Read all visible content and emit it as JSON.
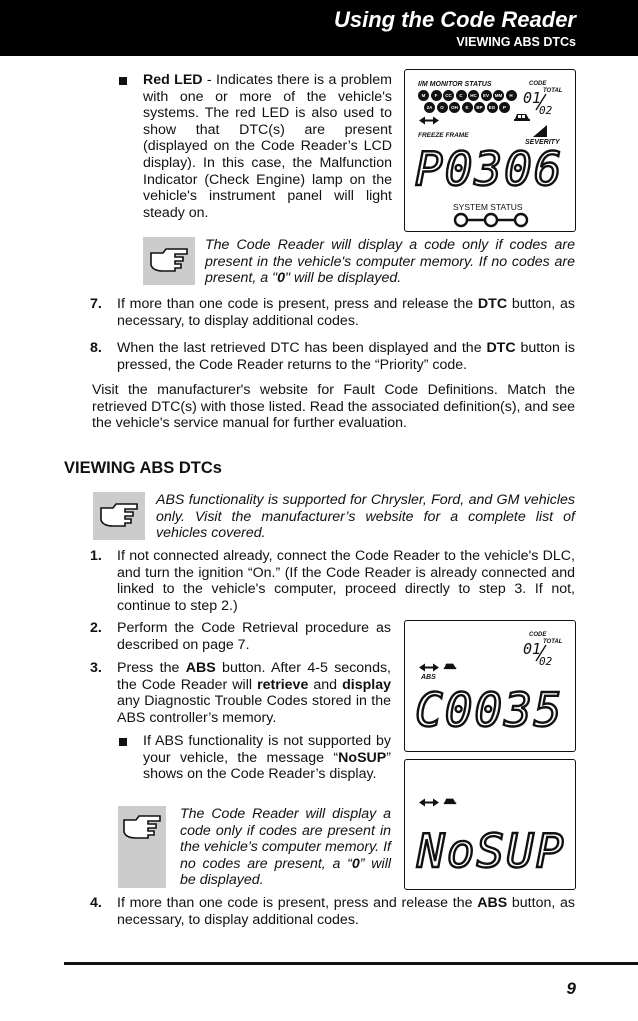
{
  "header": {
    "title": "Using the Code Reader",
    "subtitle": "VIEWING ABS DTCs"
  },
  "red_led": {
    "term": "Red LED",
    "text": " - Indicates there is a problem with one or more of the vehicle's systems. The red LED is also used to show that DTC(s) are present (displayed on the Code Reader’s LCD display). In this case, the Malfunction Indicator (Check Engine) lamp on the vehicle's instrument panel will light steady on."
  },
  "note1": {
    "pre": "The Code Reader will display a code only if codes are present in the vehicle's computer memory. If no codes are present, a \"",
    "zero": "0",
    "post": "\" will be displayed."
  },
  "step7": {
    "num": "7.",
    "pre": "If more than one code is present, press and release the ",
    "key": "DTC",
    "post": " button, as necessary, to display additional codes."
  },
  "step8": {
    "num": "8.",
    "pre": "When the last retrieved DTC has been displayed and the ",
    "key": "DTC",
    "post": " button is pressed, the Code Reader returns to the “Priority” code."
  },
  "visit_paragraph": "Visit the manufacturer's website for Fault Code Definitions. Match the retrieved DTC(s) with those listed. Read the associated definition(s), and see the vehicle's service manual for further evaluation.",
  "section_heading": "VIEWING ABS DTCs",
  "abs_note": "ABS functionality is supported for Chrysler, Ford, and GM vehicles only. Visit the manufacturer’s website for a complete list of vehicles covered.",
  "abs_step1": {
    "num": "1.",
    "text": "If not connected already, connect the Code Reader to the vehicle's DLC, and turn the ignition “On.” (If the Code Reader is already connected and linked to the vehicle's computer, proceed directly to step 3. If not, continue to step 2.)"
  },
  "abs_step2": {
    "num": "2.",
    "text": "Perform the Code Retrieval procedure as described on page 7."
  },
  "abs_step3": {
    "num": "3.",
    "t1": "Press the ",
    "abs": "ABS",
    "t2": " button. After 4-5 seconds, the Code Reader will ",
    "retrieve": "retrieve",
    "t3": " and ",
    "display": "display",
    "t4": " any Diagnostic Trouble Codes stored in the ABS controller’s memory."
  },
  "abs_bullet": {
    "t1": "If ABS functionality is not supported by your vehicle, the message “",
    "nosup": "NoSUP",
    "t2": "” shows on the Code Reader’s display."
  },
  "abs_note2": {
    "pre": "The Code Reader will display a code only if codes are present in the vehicle’s computer memory. If no codes are present, a “",
    "zero": "0",
    "post": "” will be displayed."
  },
  "abs_step4": {
    "num": "4.",
    "pre": "If more than one code is present, press and release the ",
    "key": "ABS",
    "post": " button, as necessary, to display additional codes."
  },
  "lcd1": {
    "im_monitor_status": "I/M MONITOR STATUS",
    "code_label": "CODE",
    "total_label": "TOTAL",
    "code_num": "01",
    "total_num": "02",
    "freeze_frame": "FREEZE FRAME",
    "severity": "SEVERITY",
    "dtc": "P0306",
    "system_status": "SYSTEM STATUS",
    "monitors_row1": [
      "M",
      "F",
      "CC",
      "C",
      "HC",
      "EV",
      "MM",
      "H"
    ],
    "monitors_row2": [
      "2A",
      "O",
      "OH",
      "E",
      "BP",
      "EG",
      "P"
    ]
  },
  "lcd2": {
    "code_label": "CODE",
    "total_label": "TOTAL",
    "code_num": "01",
    "total_num": "02",
    "abs_label": "ABS",
    "dtc": "C0035"
  },
  "lcd3": {
    "message": "NoSUP"
  },
  "page_number": "9"
}
